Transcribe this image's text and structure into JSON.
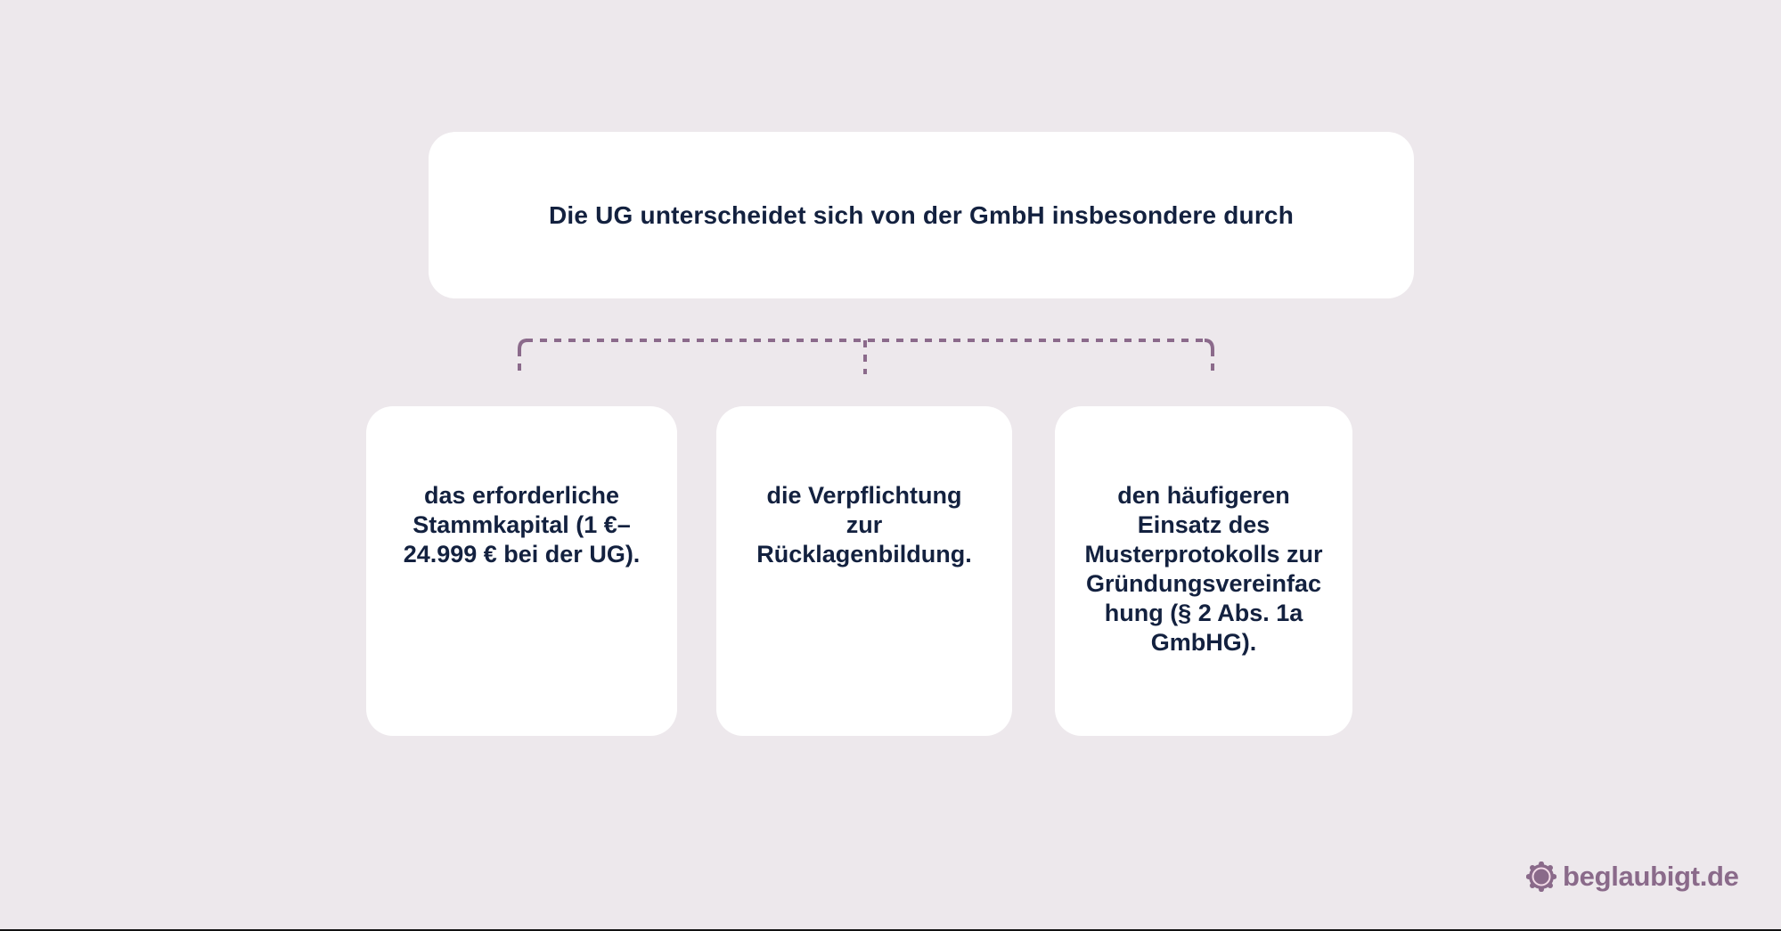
{
  "diagram": {
    "root": {
      "text": "Die UG unterscheidet sich von der GmbH insbesondere durch"
    },
    "children": [
      {
        "text": "das erforderliche\nStammkapital (1 €–\n24.999 € bei der UG)."
      },
      {
        "text": "die Verpflichtung\nzur\nRücklagenbildung."
      },
      {
        "text": "den häufigeren\nEinsatz des\nMusterprotokolls zur\nGründungsvereinfac\nhung (§ 2 Abs. 1a\nGmbHG)."
      }
    ],
    "connector": {
      "style": "dashed",
      "color": "#8b6a8b"
    }
  },
  "brand": {
    "logo_icon": "seal-badge-icon",
    "name": "beglaubigt.de",
    "color": "#8a6a8a"
  },
  "colors": {
    "background": "#ede8ec",
    "card": "#ffffff",
    "text": "#13213f"
  }
}
